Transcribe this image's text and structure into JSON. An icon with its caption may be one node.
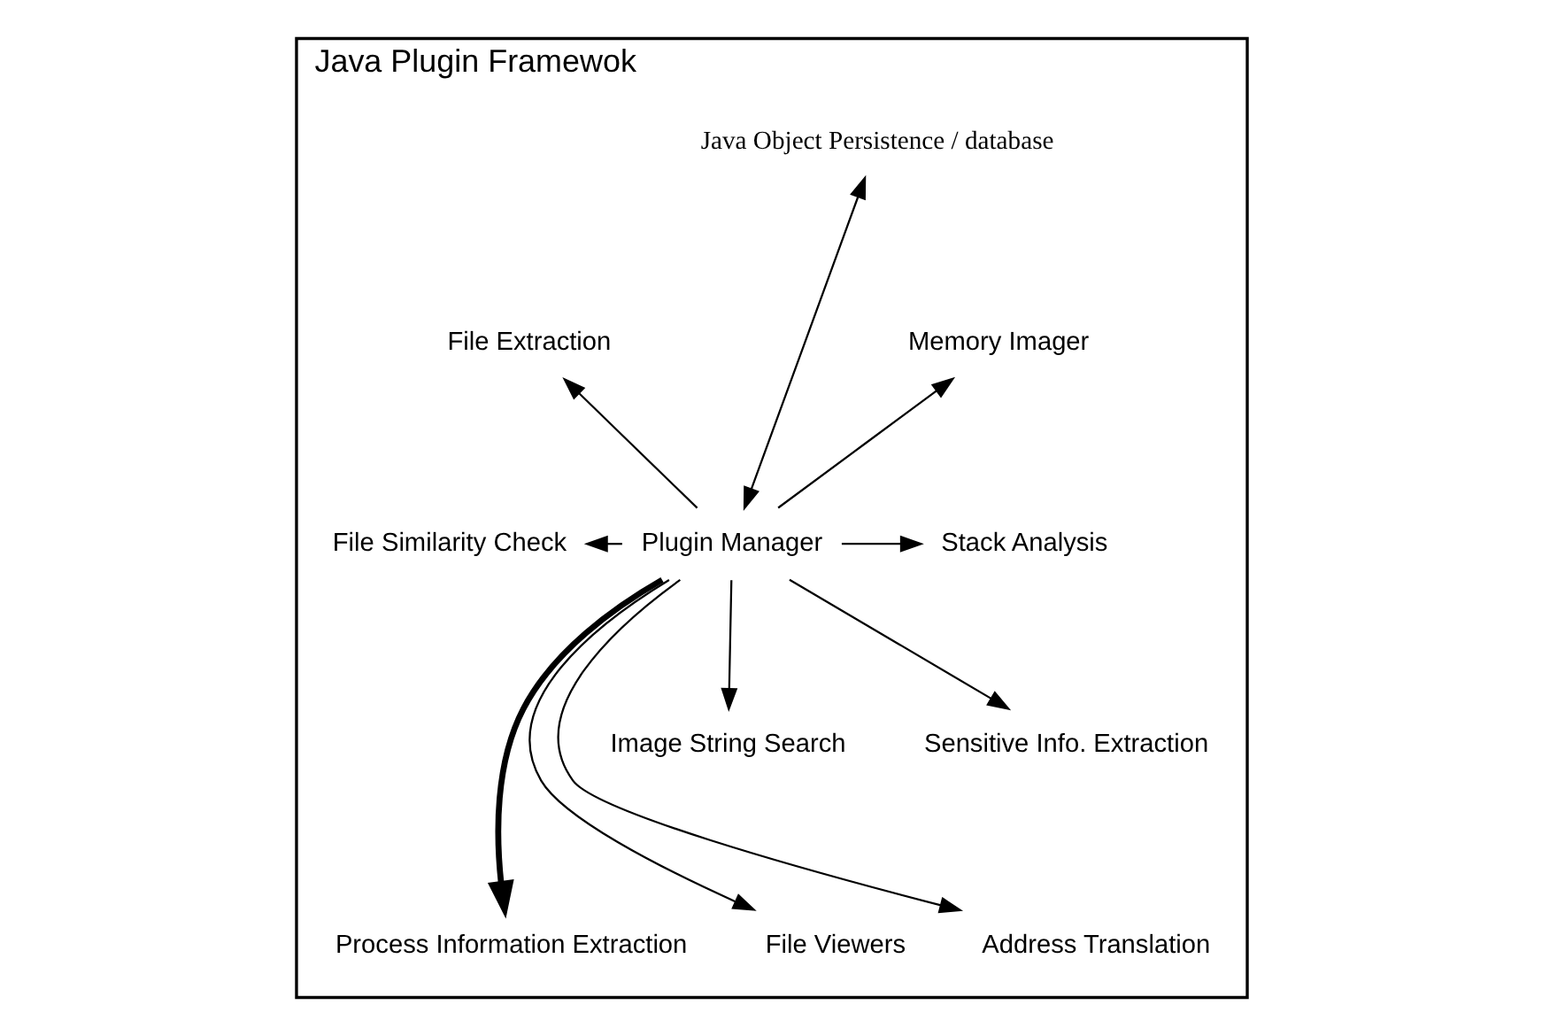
{
  "diagram": {
    "nodes": [
      {
        "text": [
          "Java Plugin Framewok"
        ]
      },
      {
        "text": [
          "Java Object Persistence / database"
        ],
        "in": 0
      },
      {
        "text": [
          "Memory Imager"
        ],
        "in": 0
      },
      {
        "text": [
          "File Extraction"
        ],
        "in": 0
      },
      {
        "text": [
          "Stack Analysis"
        ],
        "in": 0
      },
      {
        "text": [
          "Plugin Manager"
        ],
        "in": 0
      },
      {
        "text": [
          "File Similarity Check"
        ],
        "in": 0
      },
      {
        "text": [
          "Sensitive Info. Extraction"
        ],
        "in": 0
      },
      {
        "text": [
          "Image String Search"
        ],
        "in": 0
      },
      {
        "text": [
          "Address Translation"
        ],
        "in": 0
      },
      {
        "text": [
          "Process Information Extraction"
        ],
        "in": 0
      },
      {
        "text": [
          "File Viewers"
        ],
        "in": 0
      }
    ],
    "edges": [
      {
        "from": 1,
        "to": 5,
        "arrow": "both"
      },
      {
        "from": 5,
        "to": 2,
        "arrow": "to"
      },
      {
        "from": 5,
        "to": 3,
        "arrow": "to"
      },
      {
        "from": 5,
        "to": 4,
        "arrow": "to"
      },
      {
        "from": 5,
        "to": 6,
        "arrow": "to"
      },
      {
        "from": 5,
        "to": 7,
        "arrow": "to"
      },
      {
        "from": 5,
        "to": 8,
        "arrow": "to"
      },
      {
        "from": 5,
        "to": 9,
        "arrow": "to"
      },
      {
        "from": 5,
        "to": 10,
        "arrow": "to",
        "style": "thick"
      },
      {
        "from": 5,
        "to": 11,
        "arrow": "to"
      }
    ]
  }
}
